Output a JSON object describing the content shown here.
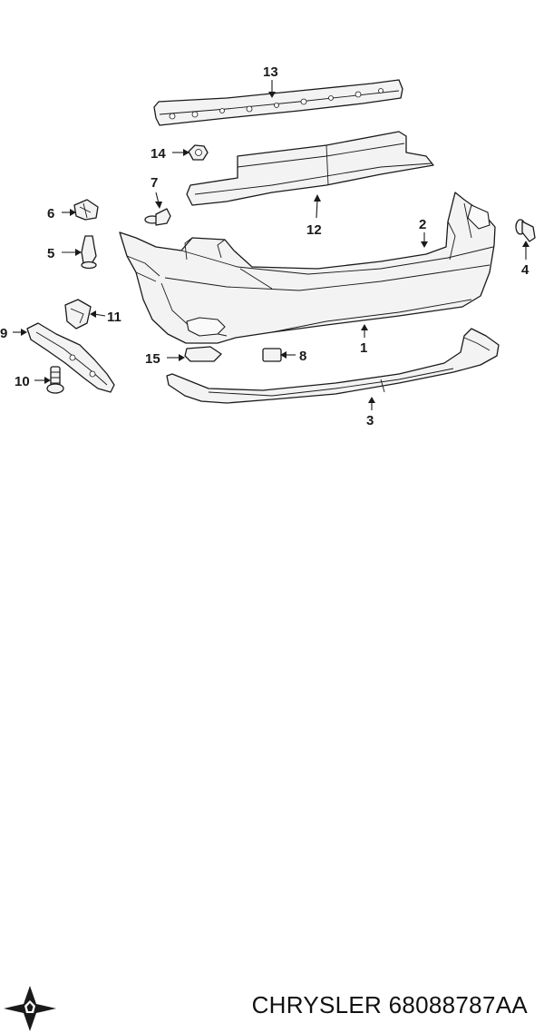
{
  "diagram": {
    "callouts": [
      {
        "id": "1",
        "label": "1"
      },
      {
        "id": "2",
        "label": "2"
      },
      {
        "id": "3",
        "label": "3"
      },
      {
        "id": "4",
        "label": "4"
      },
      {
        "id": "5",
        "label": "5"
      },
      {
        "id": "6",
        "label": "6"
      },
      {
        "id": "7",
        "label": "7"
      },
      {
        "id": "8",
        "label": "8"
      },
      {
        "id": "9",
        "label": "9"
      },
      {
        "id": "10",
        "label": "10"
      },
      {
        "id": "11",
        "label": "11"
      },
      {
        "id": "12",
        "label": "12"
      },
      {
        "id": "13",
        "label": "13"
      },
      {
        "id": "14",
        "label": "14"
      },
      {
        "id": "15",
        "label": "15"
      }
    ]
  },
  "footer": {
    "brand": "CHRYSLER",
    "part_number": "68088787AA",
    "logo_icon": "chrysler-star-icon"
  }
}
